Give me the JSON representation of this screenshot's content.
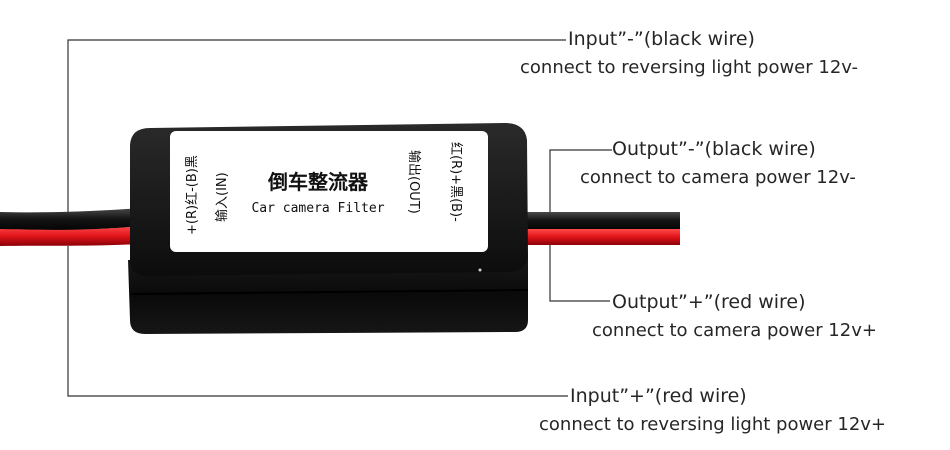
{
  "callouts": {
    "input_negative": {
      "title": "Input”-”(black wire)",
      "description": "connect to reversing light power 12v-"
    },
    "output_negative": {
      "title": "Output”-”(black wire)",
      "description": "connect to camera power 12v-"
    },
    "output_positive": {
      "title": "Output”+”(red wire)",
      "description": "connect to camera power 12v+"
    },
    "input_positive": {
      "title": "Input”+”(red wire)",
      "description": "connect to reversing light power 12v+"
    }
  },
  "device_label": {
    "chinese_title": "倒车整流器",
    "english_title": "Car camera Filter",
    "left_side_text": "+(R)红-(B)黑",
    "left_side_io": "输入(IN)",
    "right_side_io": "输出(OUT)",
    "right_side_text": "红(R)+黑(B)-"
  },
  "colors": {
    "red_wire": "#e0141a",
    "black_wire": "#141414",
    "box_body": "#101010",
    "label_sticker": "#ffffff"
  }
}
